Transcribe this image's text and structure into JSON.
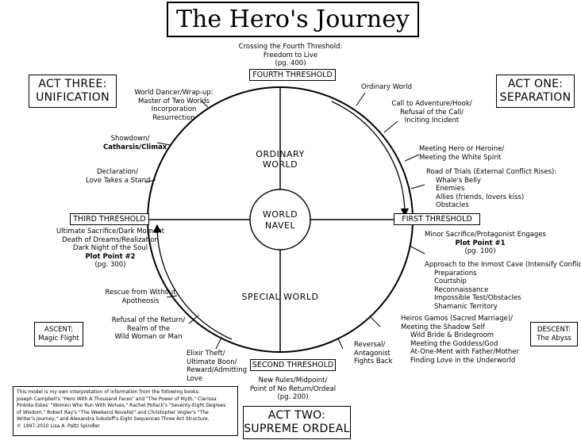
{
  "title": "The Hero's Journey",
  "acts": {
    "one": [
      "ACT ONE:",
      "SEPARATION"
    ],
    "two": [
      "ACT TWO:",
      "SUPREME ORDEAL"
    ],
    "three": [
      "ACT THREE:",
      "UNIFICATION"
    ]
  },
  "side_boxes": {
    "ascent": [
      "ASCENT:",
      "Magic Flight"
    ],
    "descent": [
      "DESCENT:",
      "The Abyss"
    ]
  },
  "thresholds": {
    "first": "FIRST THRESHOLD",
    "second": "SECOND THRESHOLD",
    "third": "THIRD THRESHOLD",
    "fourth": "FOURTH THRESHOLD"
  },
  "center": {
    "ordinary_world": "ORDINARY WORLD",
    "special_world": "SPECIAL WORLD",
    "world_navel": [
      "WORLD",
      "NAVEL"
    ]
  },
  "stages": {
    "fourth_crossing": [
      "Crossing the Fourth Threshold:",
      "Freedom to Live",
      "(pg. 400)"
    ],
    "ordinary_world": "Ordinary World",
    "call_to_adventure": [
      "Call to Adventure/Hook/",
      "Refusal of the Call/",
      "Inciting Incident"
    ],
    "meeting_hero": [
      "Meeting Hero or Heroine/",
      "Meeting the White Spirit"
    ],
    "road_of_trials": "Road of Trials (External Conflict Rises):",
    "road_items": [
      "Whale's Belly",
      "Enemies",
      "Allies (friends, lovers kiss)",
      "Obstacles"
    ],
    "minor_sacrifice": [
      "Minor Sacrifice/Protagonist Engages",
      "Plot Point #1",
      "(pg. 100)"
    ],
    "inmost_cave": "Approach to the Inmost Cave (Intensify Conflict)",
    "inmost_items": [
      "Preparations",
      "Courtship",
      "Reconnaissance",
      "Impossible Test/Obstacles",
      "Shamanic Territory"
    ],
    "hieros_gamos": [
      "Heiros Gamos (Sacred Marriage)/",
      "Meeting the Shadow Self"
    ],
    "hieros_items": [
      "Wild Bride & Bridegroom",
      "Meeting the Goddess/God",
      "At-One-Ment with Father/Mother",
      "Finding Love in the Underworld"
    ],
    "reversal": [
      "Reversal/",
      "Antagonist",
      "Fights Back"
    ],
    "new_rules": [
      "New Rules/Midpoint/",
      "Point of No Return/Ordeal",
      "(pg. 200)"
    ],
    "elixir_theft": [
      "Elixir Theft/",
      "Ultimate Boon/",
      "Reward/Admitting",
      "Love"
    ],
    "refusal_return": [
      "Refusal of the Return/",
      "Realm of the",
      "Wild Woman or Man"
    ],
    "rescue": [
      "Rescue from Without",
      "Apotheosis"
    ],
    "ultimate_sacrifice": [
      "Ultimate Sacrifice/Dark Moment",
      "Death of Dreams/Realization",
      "Dark Night of the Soul",
      "Plot Point #2",
      "(pg. 300)"
    ],
    "declaration": [
      "Declaration/",
      "Love Takes a Stand"
    ],
    "showdown": [
      "Showdown/",
      "Catharsis/Climax"
    ],
    "world_dancer": [
      "World Dancer/Wrap-up:",
      "Master of Two Worlds",
      "Incorporation",
      "Resurrection"
    ]
  },
  "footnote": [
    "This model is my own interpretation of information from the following books:",
    "Joseph Campbell's \"Hero With A Thousand Faces\" and \"The Power of Myth,\" Clarissa",
    "Pinkola Estes' \"Women Who Run With Wolves,\" Rachel Pollack's \"Seventy-Eight Degrees",
    "of Wisdom,\" Robert Ray's \"The Weekend Novelist\" and Christopher Vogler's \"The",
    "Writer's Journey,\" and Alexandra Sokoloff's Eight Sequences Three Act Structure.",
    "© 1997-2010 Lisa A. Paltz Spindler"
  ]
}
